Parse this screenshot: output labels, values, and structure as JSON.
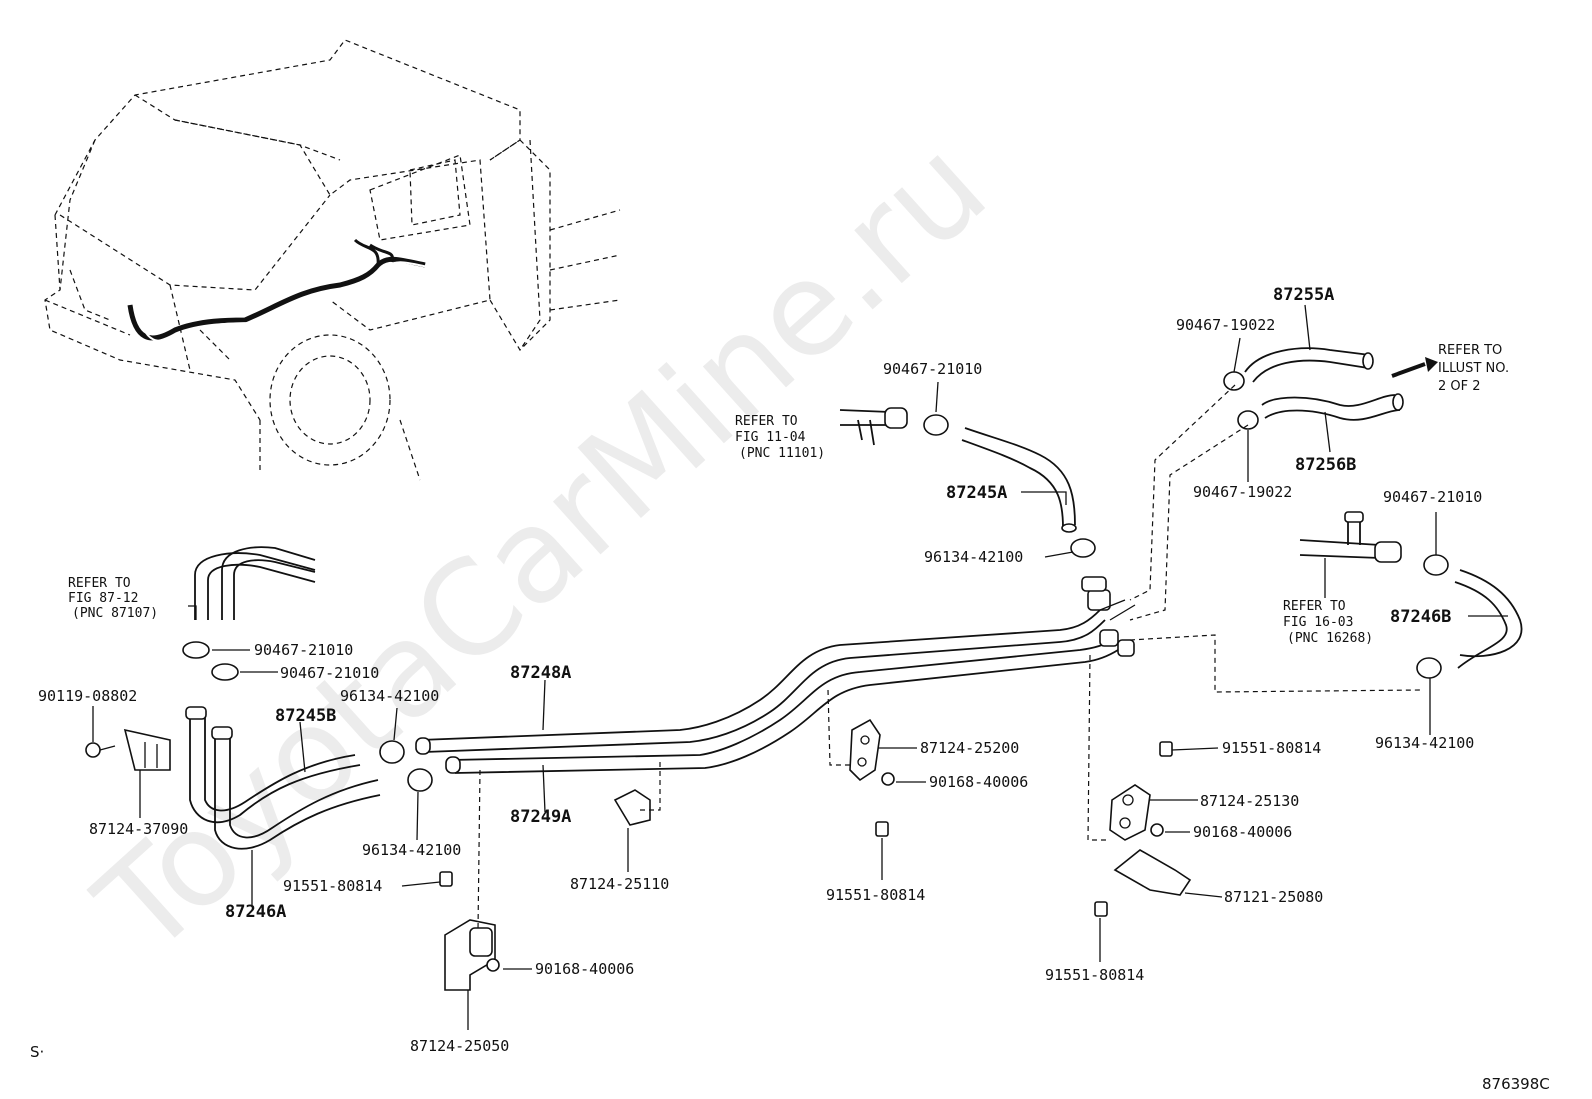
{
  "watermark": "ToyotaCarMine.ru",
  "refs": {
    "fig_87_12": [
      "REFER TO",
      "FIG 87-12",
      "(PNC 87107)"
    ],
    "fig_11_04": [
      "REFER TO",
      "FIG 11-04",
      "(PNC 11101)"
    ],
    "fig_16_03": [
      "REFER TO",
      "FIG 16-03",
      "(PNC 16268)"
    ],
    "illust_2": [
      "REFER TO",
      "ILLUST NO.",
      "2 OF 2"
    ]
  },
  "parts": {
    "p87255A": "87255A",
    "p87256B": "87256B",
    "p87245A": "87245A",
    "p87246B": "87246B",
    "p87248A": "87248A",
    "p87249A": "87249A",
    "p87245B": "87245B",
    "p87246A": "87246A",
    "c90467_19022_a": "90467-19022",
    "c90467_19022_b": "90467-19022",
    "c90467_21010_a": "90467-21010",
    "c90467_21010_b": "90467-21010",
    "c90467_21010_c": "90467-21010",
    "c90467_21010_d": "90467-21010",
    "c96134_42100_a": "96134-42100",
    "c96134_42100_b": "96134-42100",
    "c96134_42100_c": "96134-42100",
    "c96134_42100_d": "96134-42100",
    "c90119_08802": "90119-08802",
    "c87124_37090": "87124-37090",
    "c91551_80814_a": "91551-80814",
    "c91551_80814_b": "91551-80814",
    "c91551_80814_c": "91551-80814",
    "c91551_80814_d": "91551-80814",
    "c90168_40006_a": "90168-40006",
    "c90168_40006_b": "90168-40006",
    "c90168_40006_c": "90168-40006",
    "c87124_25050": "87124-25050",
    "c87124_25110": "87124-25110",
    "c87124_25200": "87124-25200",
    "c87124_25130": "87124-25130",
    "c87121_25080": "87121-25080"
  },
  "footer": {
    "left_mark": "S·",
    "figure_id": "876398C"
  }
}
